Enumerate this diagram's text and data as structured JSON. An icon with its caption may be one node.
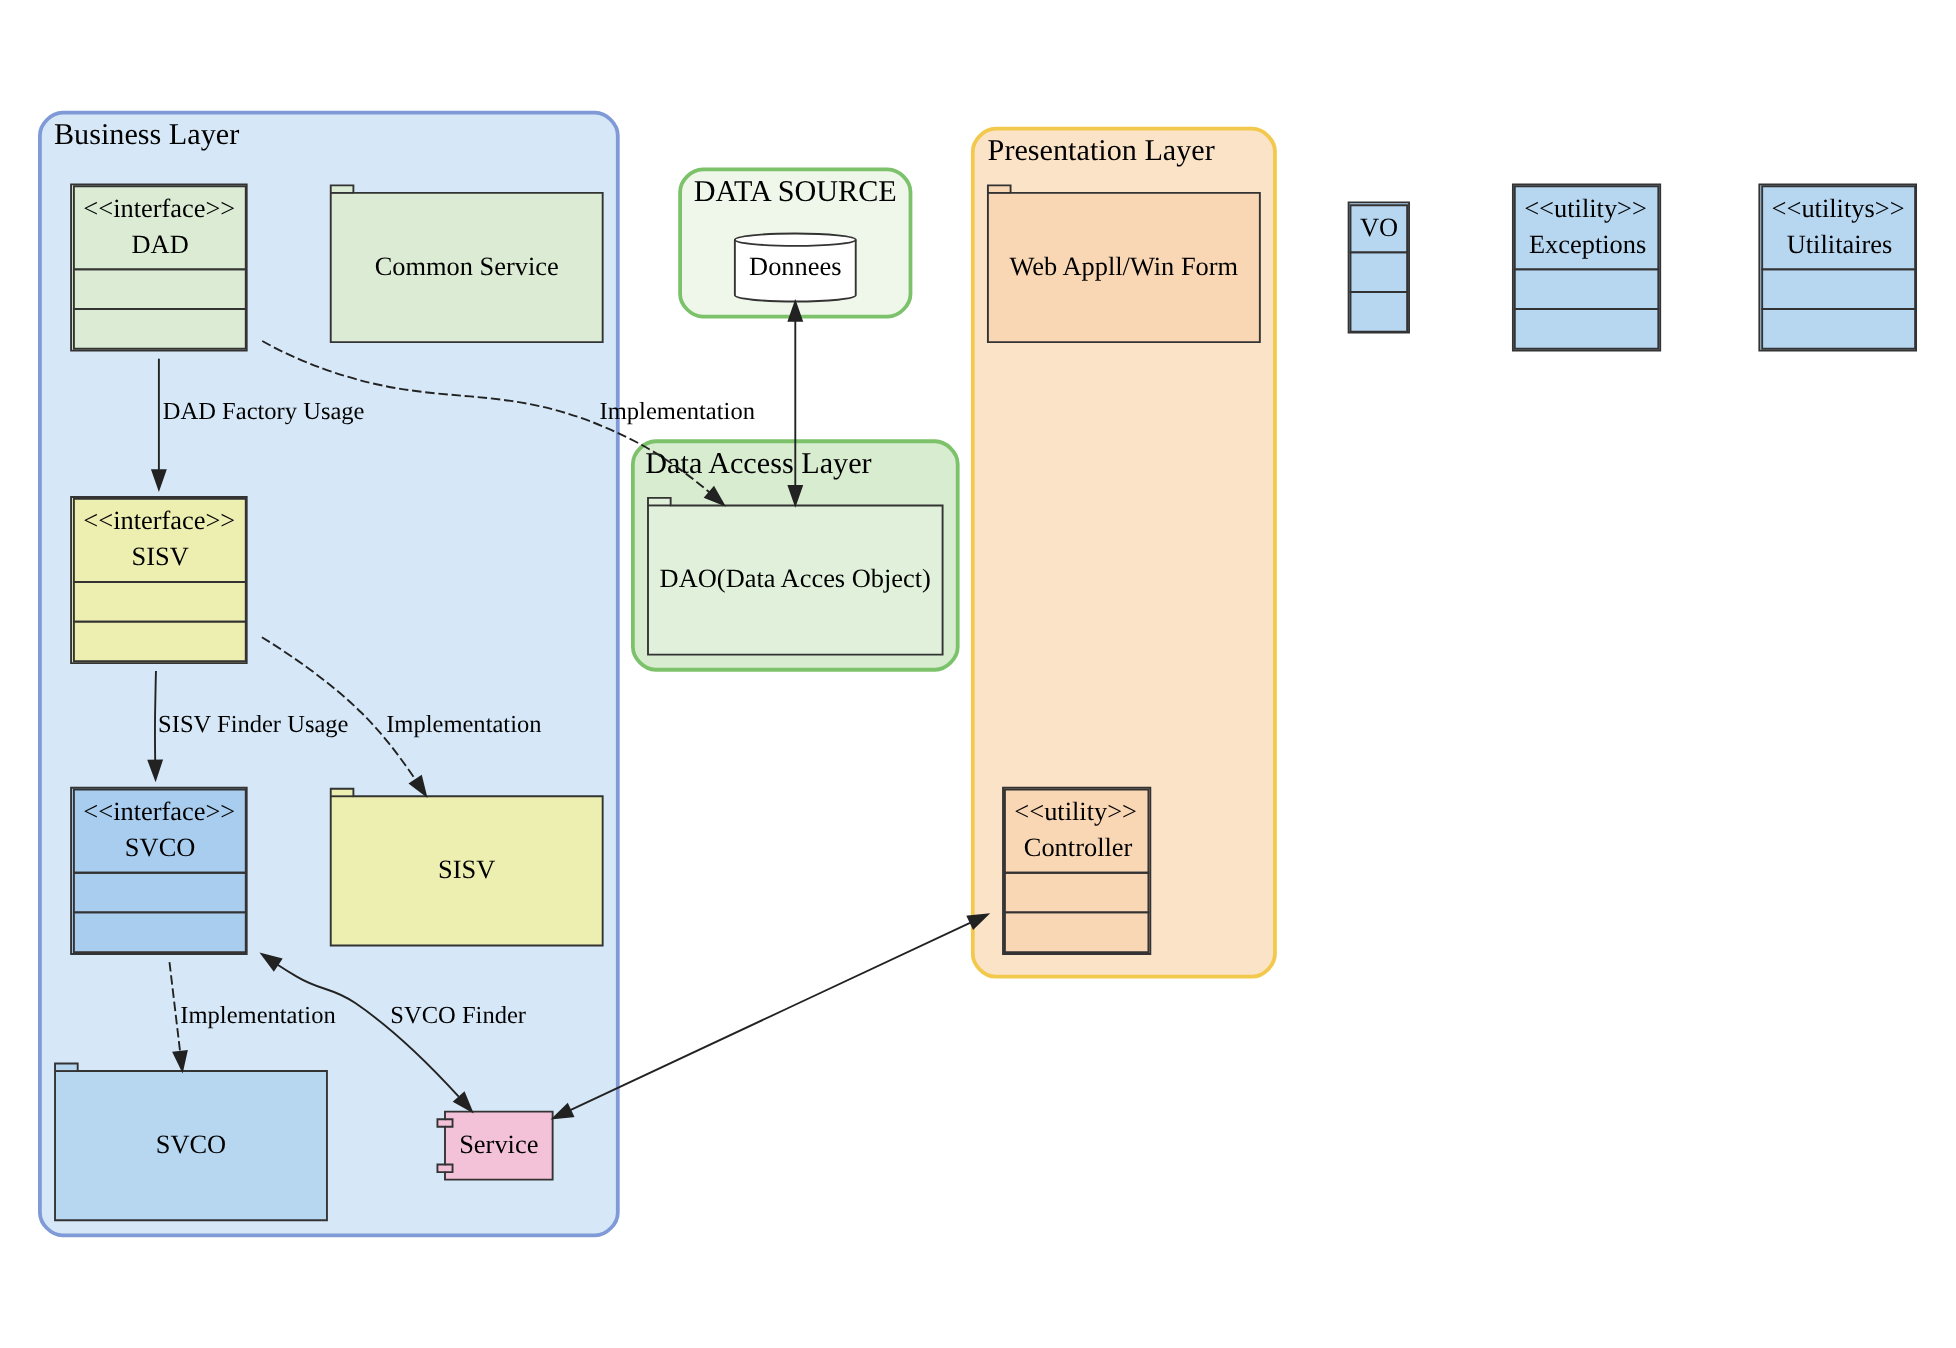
{
  "diagram": {
    "nodes": [
      {
        "text": [
          "Presentation Layer"
        ]
      },
      {
        "text": [
          "<<utility>>",
          "Controller"
        ],
        "in": 0
      },
      {
        "text": [
          "Web Appll/Win Form"
        ],
        "in": 0
      },
      {
        "text": [
          "Business Layer"
        ]
      },
      {
        "text": [
          "Service"
        ],
        "in": 3
      },
      {
        "text": [
          "Common Service"
        ],
        "in": 3
      },
      {
        "text": [
          "<<interface>>",
          "DAD"
        ],
        "in": 3
      },
      {
        "text": [
          "<<interface>>",
          "SVCO"
        ],
        "in": 3
      },
      {
        "text": [
          "<<interface>>",
          "SISV"
        ],
        "in": 3
      },
      {
        "text": [
          "SVCO"
        ],
        "in": 3
      },
      {
        "text": [
          "SISV"
        ],
        "in": 3
      },
      {
        "text": [
          "Data Access Layer"
        ]
      },
      {
        "text": [
          "DAO(Data Acces Object)"
        ],
        "in": 11
      },
      {
        "text": [
          "DATA SOURCE"
        ]
      },
      {
        "text": [
          "Donnees"
        ],
        "in": 13
      },
      {
        "text": [
          "VO"
        ]
      },
      {
        "text": [
          "<<utility>>",
          "Exceptions"
        ]
      },
      {
        "text": [
          "<<utilitys>>",
          "Utilitaires"
        ]
      }
    ],
    "edges": [
      {
        "from": 1,
        "to": 4,
        "arrow": "both"
      },
      {
        "from": 7,
        "to": 4,
        "arrow": "both",
        "label": "SVCO Finder"
      },
      {
        "from": 6,
        "to": 12,
        "arrow": "to",
        "style": "dashed",
        "label": "Implementation"
      },
      {
        "from": 6,
        "to": 8,
        "arrow": "to",
        "label": "DAD Factory Usage"
      },
      {
        "from": 8,
        "to": 7,
        "arrow": "to",
        "label": "SISV Finder Usage"
      },
      {
        "from": 7,
        "to": 9,
        "arrow": "to",
        "style": "dashed",
        "label": "Implementation"
      },
      {
        "from": 8,
        "to": 10,
        "arrow": "to",
        "style": "dashed",
        "label": "Implementation"
      },
      {
        "from": 14,
        "to": 12,
        "arrow": "both"
      }
    ]
  }
}
